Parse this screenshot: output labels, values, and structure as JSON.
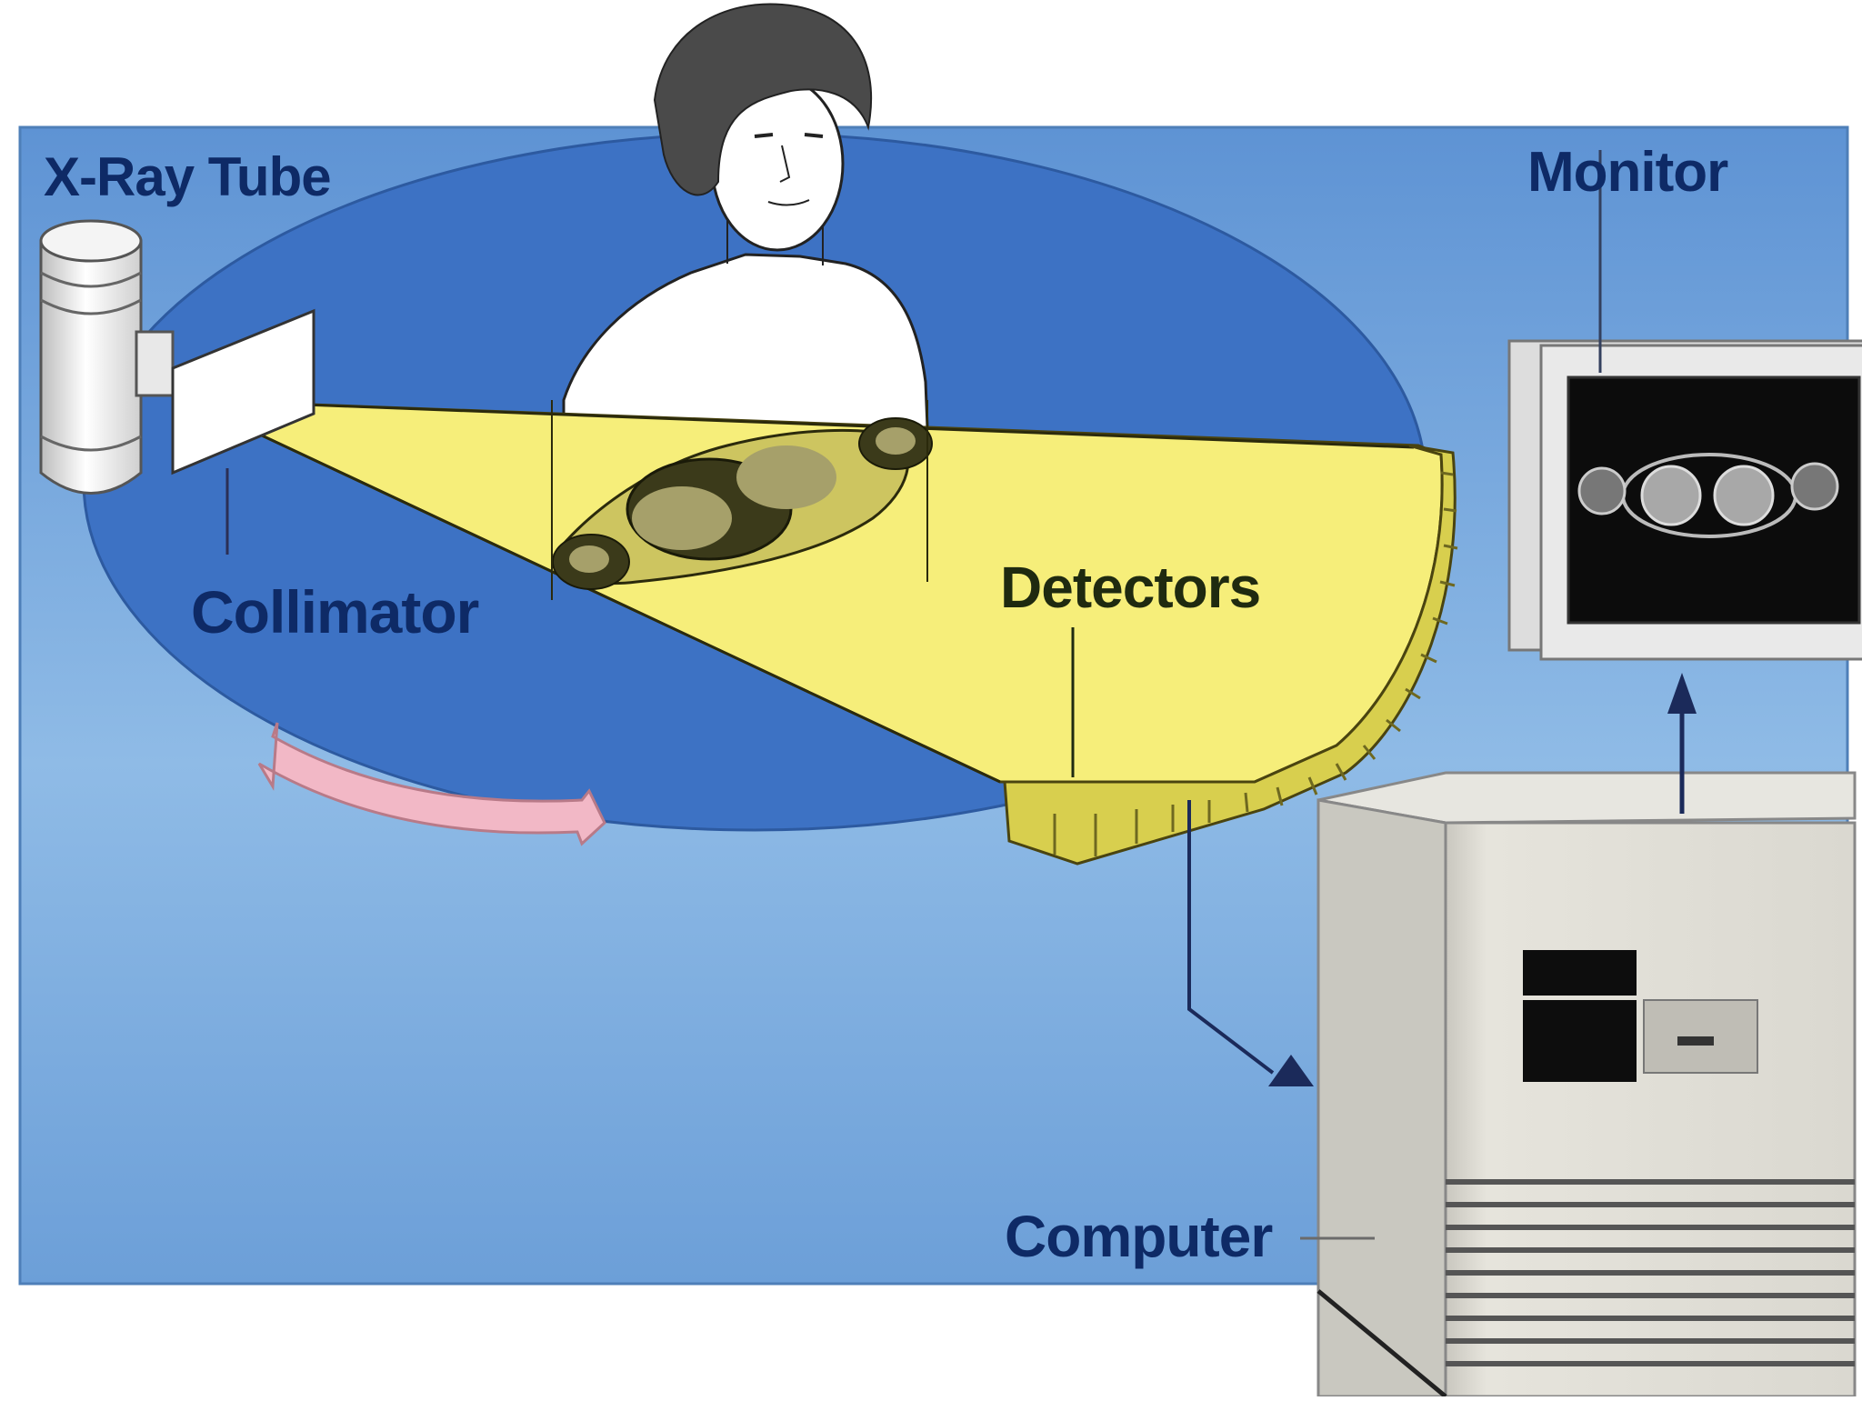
{
  "labels": {
    "xray_tube": "X-Ray Tube",
    "collimator": "Collimator",
    "detectors": "Detectors",
    "monitor": "Monitor",
    "computer": "Computer"
  },
  "colors": {
    "background_panel": "#6f9fd6",
    "gantry_ellipse": "#3d72c4",
    "xray_fan": "#f6ee7a",
    "detector_strip": "#d8cf4e",
    "rotation_arrow": "#f2b8c6",
    "label_blue": "#0e2a66",
    "label_dark": "#1f2a10",
    "computer_body": "#dcdad2",
    "monitor_screen": "#0c0c0c",
    "skin": "#ffffff",
    "hair": "#4a4a4a"
  }
}
